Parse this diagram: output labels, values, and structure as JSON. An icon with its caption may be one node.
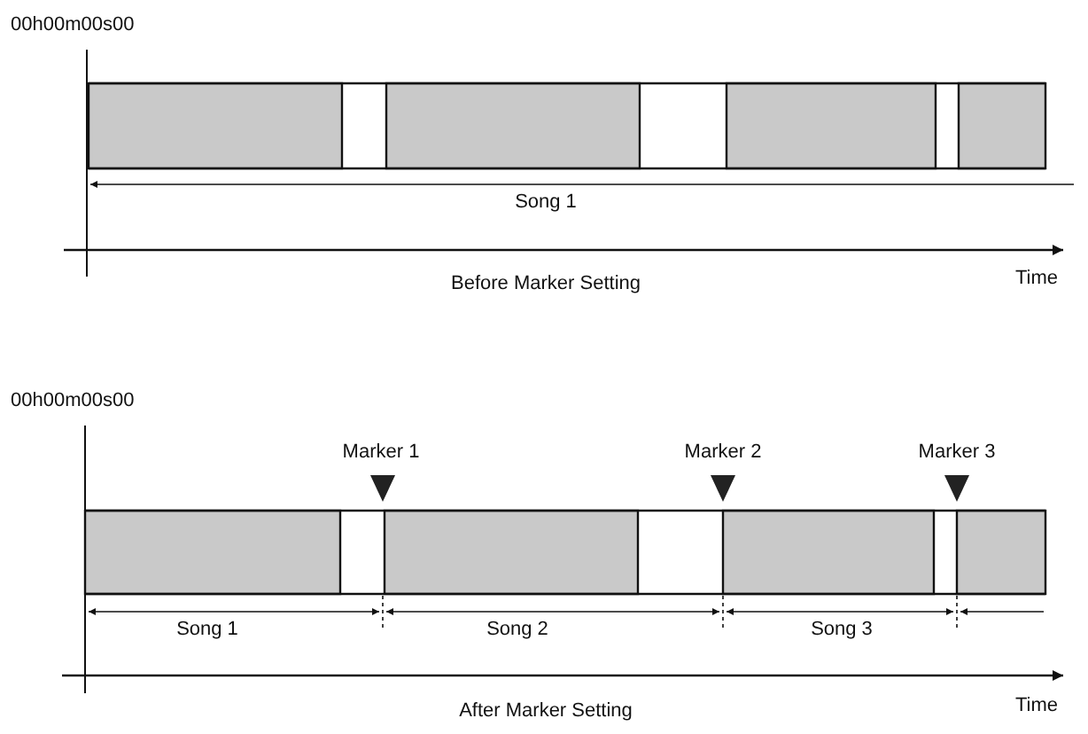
{
  "diagram": {
    "labels": [
      "00h00m00s00",
      "Song 1",
      "Before Marker Setting",
      "Time",
      "00h00m00s00",
      "Marker 1",
      "Marker 2",
      "Marker 3",
      "Song 1",
      "Song 2",
      "Song 3",
      "After Marker Setting",
      "Time"
    ]
  }
}
